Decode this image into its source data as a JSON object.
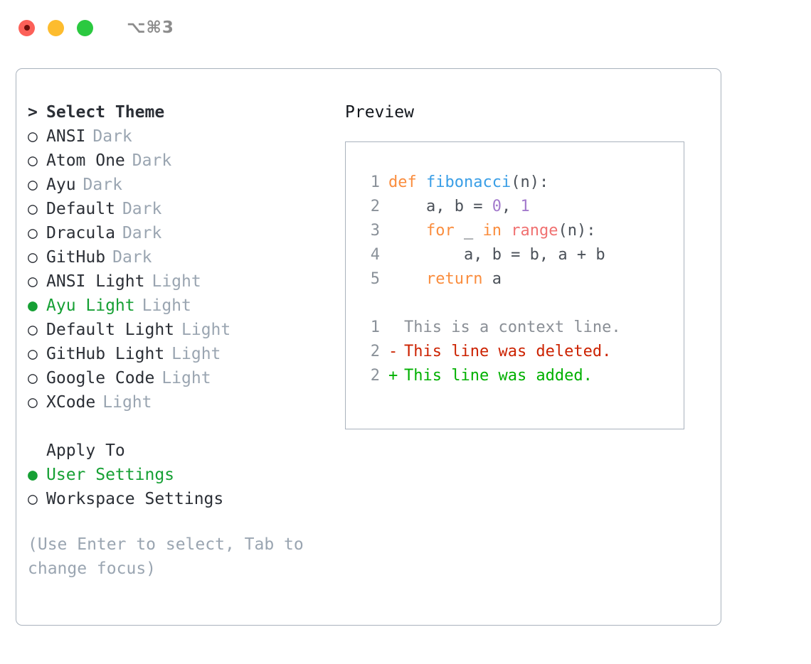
{
  "titlebar": {
    "shortcut": "⌥⌘3",
    "lights": [
      {
        "name": "close",
        "color": "#fc6058"
      },
      {
        "name": "minimize",
        "color": "#fdbc2e"
      },
      {
        "name": "maximize",
        "color": "#2bc940"
      }
    ]
  },
  "theme_section": {
    "header": "Select Theme",
    "header_marker": ">",
    "items": [
      {
        "label": "ANSI",
        "suffix": "Dark",
        "selected": false
      },
      {
        "label": "Atom One",
        "suffix": "Dark",
        "selected": false
      },
      {
        "label": "Ayu",
        "suffix": "Dark",
        "selected": false
      },
      {
        "label": "Default",
        "suffix": "Dark",
        "selected": false
      },
      {
        "label": "Dracula",
        "suffix": "Dark",
        "selected": false
      },
      {
        "label": "GitHub",
        "suffix": "Dark",
        "selected": false
      },
      {
        "label": "ANSI Light",
        "suffix": "Light",
        "selected": false
      },
      {
        "label": "Ayu Light",
        "suffix": "Light",
        "selected": true
      },
      {
        "label": "Default Light",
        "suffix": "Light",
        "selected": false
      },
      {
        "label": "GitHub Light",
        "suffix": "Light",
        "selected": false
      },
      {
        "label": "Google Code",
        "suffix": "Light",
        "selected": false
      },
      {
        "label": "XCode",
        "suffix": "Light",
        "selected": false
      }
    ]
  },
  "apply_section": {
    "header": "Apply To",
    "items": [
      {
        "label": "User Settings",
        "selected": true
      },
      {
        "label": "Workspace Settings",
        "selected": false
      }
    ]
  },
  "hint": "(Use Enter to select, Tab to change focus)",
  "markers": {
    "selected": "●",
    "unselected": "○",
    "none": " "
  },
  "preview": {
    "title": "Preview",
    "code_lines": [
      {
        "number": "1",
        "tokens": [
          {
            "text": "def ",
            "type": "keyword"
          },
          {
            "text": "fibonacci",
            "type": "function"
          },
          {
            "text": "(n):",
            "type": "plain"
          }
        ]
      },
      {
        "number": "2",
        "tokens": [
          {
            "text": "    a, b = ",
            "type": "plain"
          },
          {
            "text": "0",
            "type": "number"
          },
          {
            "text": ", ",
            "type": "plain"
          },
          {
            "text": "1",
            "type": "number"
          }
        ]
      },
      {
        "number": "3",
        "tokens": [
          {
            "text": "    ",
            "type": "plain"
          },
          {
            "text": "for",
            "type": "keyword"
          },
          {
            "text": " _ ",
            "type": "plain"
          },
          {
            "text": "in",
            "type": "keyword"
          },
          {
            "text": " ",
            "type": "plain"
          },
          {
            "text": "range",
            "type": "builtin"
          },
          {
            "text": "(n):",
            "type": "plain"
          }
        ]
      },
      {
        "number": "4",
        "tokens": [
          {
            "text": "        a, b = b, a + b",
            "type": "plain"
          }
        ]
      },
      {
        "number": "5",
        "tokens": [
          {
            "text": "    ",
            "type": "plain"
          },
          {
            "text": "return",
            "type": "keyword"
          },
          {
            "text": " a",
            "type": "plain"
          }
        ]
      }
    ],
    "diff_lines": [
      {
        "number": "1",
        "marker": " ",
        "text": "This is a context line.",
        "type": "context"
      },
      {
        "number": "2",
        "marker": "-",
        "text": "This line was deleted.",
        "type": "deleted"
      },
      {
        "number": "2",
        "marker": "+",
        "text": "This line was added.",
        "type": "added"
      }
    ]
  },
  "colors": {
    "accent_green": "#16a034",
    "muted": "#9aa5b1",
    "text": "#2b2f36",
    "keyword": "#fa8d3e",
    "function": "#399ee6",
    "number": "#a37acc",
    "builtin": "#f07171",
    "diff_add": "#00b000",
    "diff_del": "#cc2200",
    "border": "#a9b2bd"
  }
}
